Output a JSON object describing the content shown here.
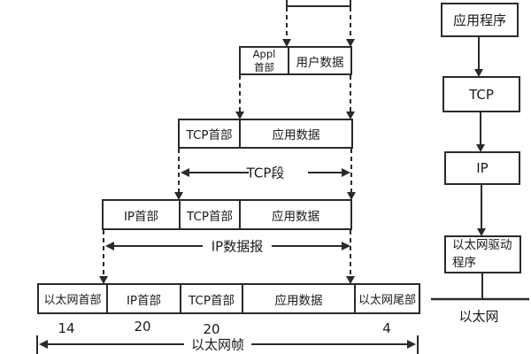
{
  "encapsulation": {
    "appl_row": {
      "header_line1": "Appl",
      "header_line2": "首部",
      "data_label": "用户数据"
    },
    "tcp_row": {
      "cells": [
        "TCP首部",
        "应用数据"
      ],
      "span_label": "TCP段"
    },
    "ip_row": {
      "cells": [
        "IP首部",
        "TCP首部",
        "应用数据"
      ],
      "span_label": "IP数据报"
    },
    "eth_row": {
      "cells": [
        "以太网首部",
        "IP首部",
        "TCP首部",
        "应用数据",
        "以太网尾部"
      ],
      "byte_sizes": [
        "14",
        "20",
        "20",
        "4"
      ],
      "span_label": "以太网帧"
    }
  },
  "protocol_stack": {
    "app_box": "应用程序",
    "tcp_box": "TCP",
    "ip_box": "IP",
    "driver_box_line1": "以太网驱动",
    "driver_box_line2": "程序",
    "bus_label": "以太网"
  },
  "colors": {
    "line": "#2a2a2a",
    "background": "#ffffff",
    "text": "#1a1a1a"
  }
}
